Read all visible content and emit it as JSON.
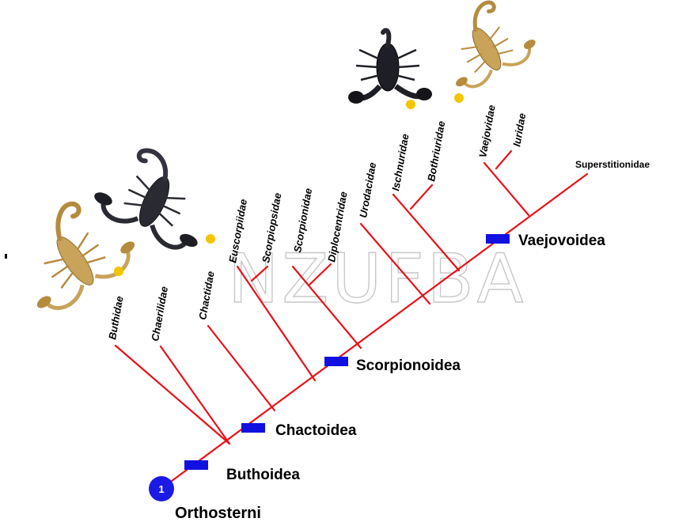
{
  "root": {
    "label": "Orthosterni",
    "node_number": "1",
    "node_color": "#1a1ae6"
  },
  "clades": [
    {
      "id": "buthoidea",
      "label": "Buthoidea"
    },
    {
      "id": "chactoidea",
      "label": "Chactoidea"
    },
    {
      "id": "scorpionoidea",
      "label": "Scorpionoidea"
    },
    {
      "id": "vaejovoidea",
      "label": "Vaejovoidea"
    }
  ],
  "taxa": [
    {
      "id": "buthidae",
      "label": "Buthidae"
    },
    {
      "id": "chaerilidae",
      "label": "Chaerilidae"
    },
    {
      "id": "chactidae",
      "label": "Chactidae"
    },
    {
      "id": "euscorpiidae",
      "label": "Euscorpiidae"
    },
    {
      "id": "scorpiopsidae",
      "label": "Scorpiopsidae"
    },
    {
      "id": "scorpionidae",
      "label": "Scorpionidae"
    },
    {
      "id": "diplocentridae",
      "label": "Diplocentridae"
    },
    {
      "id": "urodacidae",
      "label": "Urodacidae"
    },
    {
      "id": "ischnuridae",
      "label": "Ischnuridae"
    },
    {
      "id": "bothriuridae",
      "label": "Bothriuridae"
    },
    {
      "id": "vaejovidae",
      "label": "Vaejovidae"
    },
    {
      "id": "iuridae",
      "label": "Iuridae"
    },
    {
      "id": "superstitionidae",
      "label": "Superstitionidae"
    }
  ],
  "watermark": "NZUFBA",
  "colors": {
    "branch": "#e8121a",
    "clade_marker": "#1010e0",
    "marker_dot": "#f5c400",
    "scorpion_tan": "#c9a35a",
    "scorpion_dark": "#2a2a33"
  },
  "scorpion_images": [
    {
      "id": "scorpion-buthidae",
      "icon": "tan-scorpion"
    },
    {
      "id": "scorpion-chactidae",
      "icon": "dark-scorpion"
    },
    {
      "id": "scorpion-ischnuridae",
      "icon": "black-scorpion"
    },
    {
      "id": "scorpion-bothriuridae",
      "icon": "tan-scorpion"
    }
  ]
}
